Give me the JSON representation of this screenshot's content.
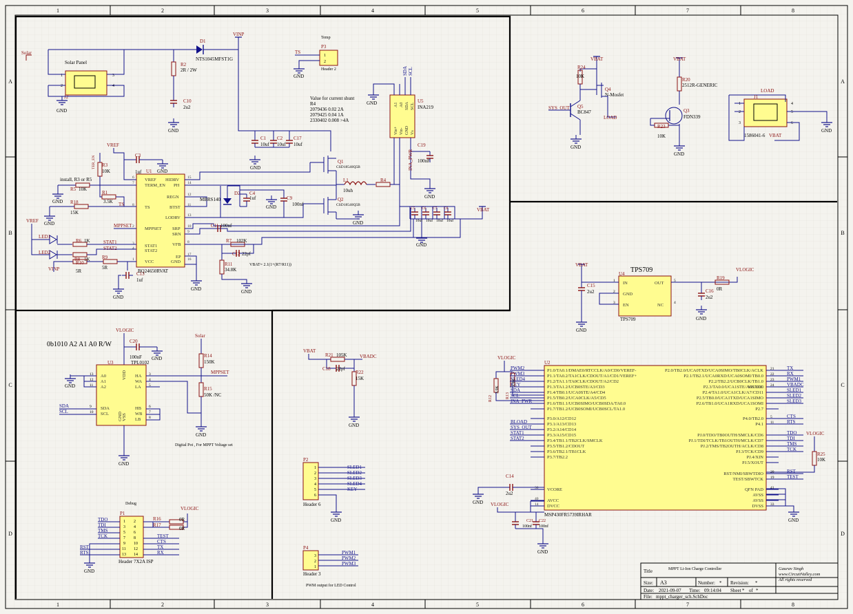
{
  "zones": {
    "cols": [
      "1",
      "2",
      "3",
      "4",
      "5",
      "6",
      "7",
      "8"
    ],
    "rows": [
      "A",
      "B",
      "C",
      "D"
    ]
  },
  "power": {
    "solar": "Solar",
    "vinp": "VINP",
    "vref": "VREF",
    "vbat": "VBAT",
    "vlogic": "VLOGIC",
    "gnd": "GND",
    "vbadc": "VBADC"
  },
  "charger": {
    "solar_panel": "Solar Panel",
    "j2": "J2",
    "d1": "D1",
    "d1_part": "NTS1045MFST1G",
    "r2": "R2",
    "r2_val": "2R / 2W",
    "c10": "C10",
    "c10_val": "2u2",
    "c1": "C1",
    "c2": "C2",
    "c17": "C17",
    "cap10u": "10uf",
    "temp": "Temp",
    "p3": "P3",
    "header2": "Header 2",
    "ts": "TS",
    "shunt_note": [
      "Value for current shunt",
      "R4",
      "2079436 0.02  2A",
      "2079425 0.04  1A",
      "2330402 0.008  >4A"
    ],
    "u5": "U5",
    "u5_part": "INA219",
    "u5_pins": [
      "A1",
      "A0",
      "SDA",
      "SCL",
      "Vin+",
      "Vin-",
      "GND",
      "Vs"
    ],
    "sda": "SDA",
    "scl": "SCL",
    "c19": "C19",
    "c19_val": "100nF",
    "ina_pwr": "INA_PWR",
    "q1": "Q1",
    "q1_part": "CSD18540Q5B",
    "q2": "Q2",
    "q2_part": "CSD18540Q5B",
    "l1": "L1",
    "l1_val": "10uh",
    "r4": "R4",
    "c3": "C3",
    "c3_val": "1uf",
    "r3": "R3",
    "r3_val": "10K",
    "ter_en": "TER_EN",
    "install_note": "install, R3 or R5",
    "r5": "R5",
    "r5_val": "10K",
    "r1": "R1",
    "r1_val": "3.5K",
    "r18": "R18",
    "r18_val": "15K",
    "mppset": "MPPSET",
    "led1": "LED1",
    "led2": "LED2",
    "r6": "R6",
    "r6_val": "1K",
    "r8": "R8",
    "r8_val": "1K",
    "stat1": "STAT1",
    "stat2": "STAT2",
    "r10": "R10",
    "r10_val": "5R",
    "r9": "R9",
    "r9_val": "5R",
    "c13": "C13",
    "c13_val": "1uf",
    "u1": "U1",
    "u1_part": "BQ24650RVAT",
    "u1_left_pins": [
      "VREF",
      "TERM_EN",
      "TS",
      "MPPSET",
      "STAT1",
      "STAT2",
      "VCC"
    ],
    "u1_right_pins": [
      "HIDRV",
      "PH",
      "REGN",
      "BTST",
      "LODRV",
      "SRP",
      "SRN",
      "VFB",
      "EP",
      "GND"
    ],
    "u1_left_nums": [
      "6",
      "7",
      "8",
      "2",
      "3",
      "4",
      "1"
    ],
    "u1_right_nums": [
      "15",
      "14",
      "12",
      "11",
      "13",
      "10",
      "9",
      "8",
      "17",
      "16"
    ],
    "d2": "D2",
    "d2_part": "MBRS140",
    "c4": "C4",
    "c4_val": "1uf",
    "c9": "C9",
    "c9_val": "100nf",
    "c11": "C11",
    "c11_val": "100nf",
    "r7": "R7",
    "r7_val": "102K",
    "c12": "C12",
    "c12_val": "22pf",
    "r11": "R11",
    "r11_val": "34.8K",
    "vbat_eq": "VBAT= 2.1(1+(R7/R11))",
    "out_caps": [
      "C5",
      "C6",
      "C7",
      "C8"
    ],
    "out_caps_val": "10uf"
  },
  "loadsw": {
    "r24": "R24",
    "r24_val": "10K",
    "q4": "Q4",
    "q4_part": "N-Mosfet",
    "q5": "Q5",
    "q5_part": "BC847",
    "sys_out": "SYS_OUT",
    "load": "LOAD",
    "r20": "R20",
    "r20_part": "2512R-GENERIC",
    "q3": "Q3",
    "q3_part": "FDN339",
    "r23": "R23",
    "r23_val": "10K",
    "j1": "J1",
    "j1_part": "1586041-6",
    "j1_pins": [
      "1",
      "2",
      "3",
      "4",
      "5",
      "6"
    ]
  },
  "ldo": {
    "title": "TPS709",
    "u4": "U4",
    "u4_part": "TPS709",
    "pins_left": [
      "IN",
      "GND",
      "EN"
    ],
    "pins_right": [
      "OUT",
      "NC"
    ],
    "nums_left": [
      "1",
      "2",
      "3"
    ],
    "nums_right": [
      "5",
      "4"
    ],
    "c15": "C15",
    "c15_val": "2u2",
    "c16": "C16",
    "c16_val": "2u2",
    "r19": "R19",
    "r19_val": "0R"
  },
  "pot": {
    "addr": "0b1010 A2 A1 A0 R/W",
    "c20": "C20",
    "c20_val": "100nF",
    "u3": "U3",
    "u3_part": "TPL0102",
    "pins_left": [
      "A0",
      "A1",
      "A2",
      "SDA",
      "SCL"
    ],
    "nums_left": [
      "13",
      "12",
      "11",
      "9",
      "10"
    ],
    "pins_right": [
      "HA",
      "WA",
      "LA",
      "HB",
      "WB",
      "LB"
    ],
    "nums_right": [
      "3",
      "4",
      "5",
      "6",
      "7",
      "8"
    ],
    "vdd": "VDD",
    "vss": "VSS",
    "gnd_pin": "GND",
    "r14": "R14",
    "r14_val": "150K",
    "r15": "R15",
    "r15_val": "50K /NC",
    "note": "Digital Pot , For MPPT Voltage set"
  },
  "debug": {
    "title": "Debug",
    "p1": "P1",
    "p1_part": "Header 7X2A ISP",
    "left_sigs": [
      "TDO",
      "TDI",
      "TMS",
      "TCK",
      "",
      "RST",
      "RTS"
    ],
    "left_nums": [
      "1",
      "3",
      "5",
      "7",
      "9",
      "11",
      "13"
    ],
    "right_nums": [
      "2",
      "4",
      "6",
      "8",
      "10",
      "12",
      "14"
    ],
    "right_sigs": [
      "",
      "",
      "",
      "TEST",
      "CTS",
      "TX",
      "RX"
    ],
    "r16": "R16",
    "r16_val": "0R",
    "r17": "R17",
    "r17_val": "0R"
  },
  "adc": {
    "r21": "R21",
    "r21_val": "105K",
    "c18": "C18",
    "c18_val": "22pf",
    "r22": "R22",
    "r22_val": "15K"
  },
  "p2": {
    "ref": "P2",
    "part": "Header 6",
    "nums": [
      "1",
      "2",
      "3",
      "4",
      "5",
      "6"
    ],
    "sigs": [
      "SLED1",
      "SLED2",
      "SLED3",
      "SLED4",
      "KEY",
      ""
    ]
  },
  "p4": {
    "ref": "P4",
    "part": "Header 3",
    "nums": [
      "3",
      "2",
      "1"
    ],
    "sigs": [
      "PWM1",
      "PWM2",
      "PWM3"
    ],
    "note": "PWM output for LED Control"
  },
  "mcu": {
    "u2": "U2",
    "part": "MSP430FR5739IRHAR",
    "left_sigs": [
      "PWM2",
      "PWM3",
      "SLED4",
      "KEY",
      "SDA",
      "SCL",
      "INA_PWR",
      "",
      "",
      "BLOAD",
      "SYS_OUT",
      "STAT1",
      "STAT2",
      "",
      "",
      "",
      ""
    ],
    "left_pins": [
      "P1.0/TA0.1/DMAE0/RTCCLK/A0/CD0/VEREF-",
      "P1.1/TA0.2/TA1CLK/CDOUT/A1/CD1/VEREF+",
      "P1.2/TA1.1/TA0CLK/CDOUT/A2/CD2",
      "P1.3/TA1.2/UCB0STE/A3/CD3",
      "P1.4/TB0.1/UCA0STE/A4/CD4",
      "P1.5/TB0.2/UCA0CLK/A5/CD5",
      "P1.6/TB1.1/UCB0SIMO/UCB0SDA/TA0.0",
      "P1.7/TB1.2/UCB0SOMI/UCB0SCL/TA1.0",
      "P3.0/A12/CD12",
      "P3.1/A13/CD13",
      "P3.2/A14/CD14",
      "P3.3/A15/CD15",
      "P3.4/TB1.1/TB2CLK/SMCLK",
      "P3.5/TB1.2/CDOUT",
      "P3.6/TB2.1/TB1CLK",
      "P3.7/TB2.2",
      "VCORE",
      "AVCC",
      "DVCC"
    ],
    "left_nums": [
      "",
      "",
      "",
      "",
      "",
      "",
      "",
      "",
      "",
      "",
      "",
      "",
      "",
      "",
      "",
      "",
      "30",
      "40",
      "14"
    ],
    "right_pins": [
      "P2.0/TB2.0/UCA0TXD/UCA0SIMO/TB0CLK/ACLK",
      "P2.1/TB2.1/UCA0RXD/UCA0SOMI/TB0.0",
      "P2.2/TB2.2/UCB0CLK/TB1.0",
      "VBADC",
      "P2.3/TA0.0/UCA1STE/A6/CD10",
      "P2.4/TA1.0/UCA1CLK/A7/CD11",
      "P2.5/TB0.0/UCA1TXD/UCA1SIMO",
      "P2.6/TB1.0/UCA1RXD/UCA1SOMI",
      "P2.7",
      "P4.0/TB2.0",
      "P4.1",
      "PJ.0/TDO/TB0OUTH/SMCLK/CD6",
      "PJ.1/TDI/TCLK/TB1OUTH/MCLK/CD7",
      "PJ.2/TMS/TB2OUTH/ACLK/CD8",
      "PJ.3/TCK/CD9",
      "PJ.4/XIN",
      "PJ.5/XOUT",
      "RST/NMI/SBWTDIO",
      "TEST/SBWTCK",
      "QFN PAD",
      "AVSS",
      "AVSS",
      "DVSS"
    ],
    "right_nums": [
      "21",
      "22",
      "23",
      "24",
      "",
      "",
      "",
      "",
      "",
      "5",
      "11",
      "",
      "",
      "",
      "",
      "",
      "",
      "20",
      "19",
      "41",
      "",
      "",
      "33"
    ],
    "right_sigs": [
      "TX",
      "RX",
      "PWM1",
      "VBADC",
      "",
      "SLED1",
      "SLED2",
      "SLED3",
      "",
      "CTS",
      "RTS",
      "TDO",
      "TDI",
      "TMS",
      "TCK",
      "",
      "",
      "RST",
      "TEST",
      "",
      "",
      "",
      ""
    ],
    "r12": "R12",
    "r12_val": "3.9K",
    "r13": "R13",
    "r13_val": "3.9K",
    "r25": "R25",
    "r25_val": "10K",
    "c14": "C14",
    "c14_val": "2u2",
    "c21": "C21",
    "c21_val": "100nf",
    "c22": "C22",
    "c22_val": "100nf"
  },
  "titleblock": {
    "title_label": "Title",
    "title": "MPPT Li-Ion Charge Controller",
    "author": "Gaurav Singh",
    "site": "www.CircuitValley.com",
    "rights": "All rights reserved",
    "size_label": "Size:",
    "size": "A3",
    "number_label": "Number:",
    "number": "*",
    "revision_label": "Revision:",
    "revision": "*",
    "date_label": "Date:",
    "date": "2021-09-07",
    "time_label": "Time:",
    "time": "09:14:04",
    "sheet_label": "Sheet",
    "sheet": "*",
    "of_label": "of",
    "sheet_of": "*",
    "file_label": "File:",
    "file": "mppt_charger_sch.SchDoc"
  },
  "colors": {
    "paper": "#f4f3ee",
    "grid": "#e1e0d8",
    "wire": "#10108a",
    "component": "#8a1010",
    "body": "#fffc90",
    "net": "#8a1010",
    "pin": "#333333",
    "border": "#000000"
  }
}
